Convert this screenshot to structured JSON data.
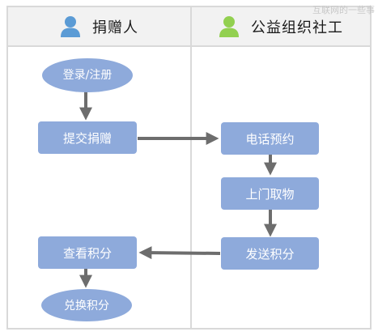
{
  "lanes": {
    "left": {
      "title": "捐赠人",
      "icon": "person-icon",
      "icon_color": "#5b9bd5"
    },
    "right": {
      "title": "公益组织社工",
      "icon": "person-icon",
      "icon_color": "#92d050"
    }
  },
  "nodes": {
    "login": "登录/注册",
    "submit": "提交捐赠",
    "phone": "电话预约",
    "pickup": "上门取物",
    "send_points": "发送积分",
    "view_points": "查看积分",
    "redeem": "兑换积分"
  },
  "watermark": "互联网的一些事",
  "colors": {
    "node_fill": "#8eaadb",
    "arrow": "#6d6d6d",
    "header_bg": "#f2f2f2",
    "border": "#d9d9d9"
  }
}
